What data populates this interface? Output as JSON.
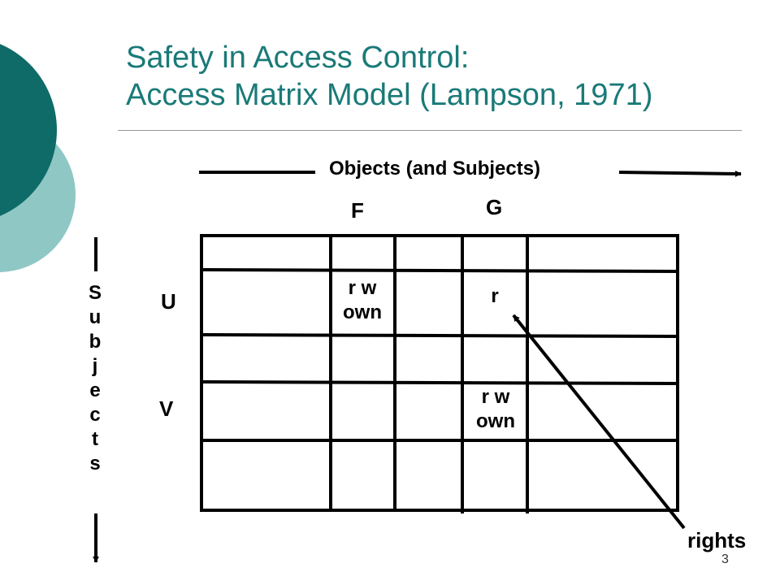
{
  "slide": {
    "title_line1": "Safety in Access Control:",
    "title_line2": "Access Matrix Model (Lampson, 1971)",
    "slide_number": "3"
  },
  "theme": {
    "title_color": "#1a7a78",
    "circle_dark": "#0e6b67",
    "circle_light": "#8fc7c5"
  },
  "diagram": {
    "objects_label": "Objects (and Subjects)",
    "subjects_label_letters": [
      "S",
      "u",
      "b",
      "j",
      "e",
      "c",
      "t",
      "s"
    ],
    "columns": [
      "F",
      "G"
    ],
    "rows": [
      "U",
      "V"
    ],
    "cells": {
      "U_F": [
        "r w",
        "own"
      ],
      "U_G": [
        "r"
      ],
      "V_G": [
        "r w",
        "own"
      ]
    },
    "rights_label": "rights"
  }
}
